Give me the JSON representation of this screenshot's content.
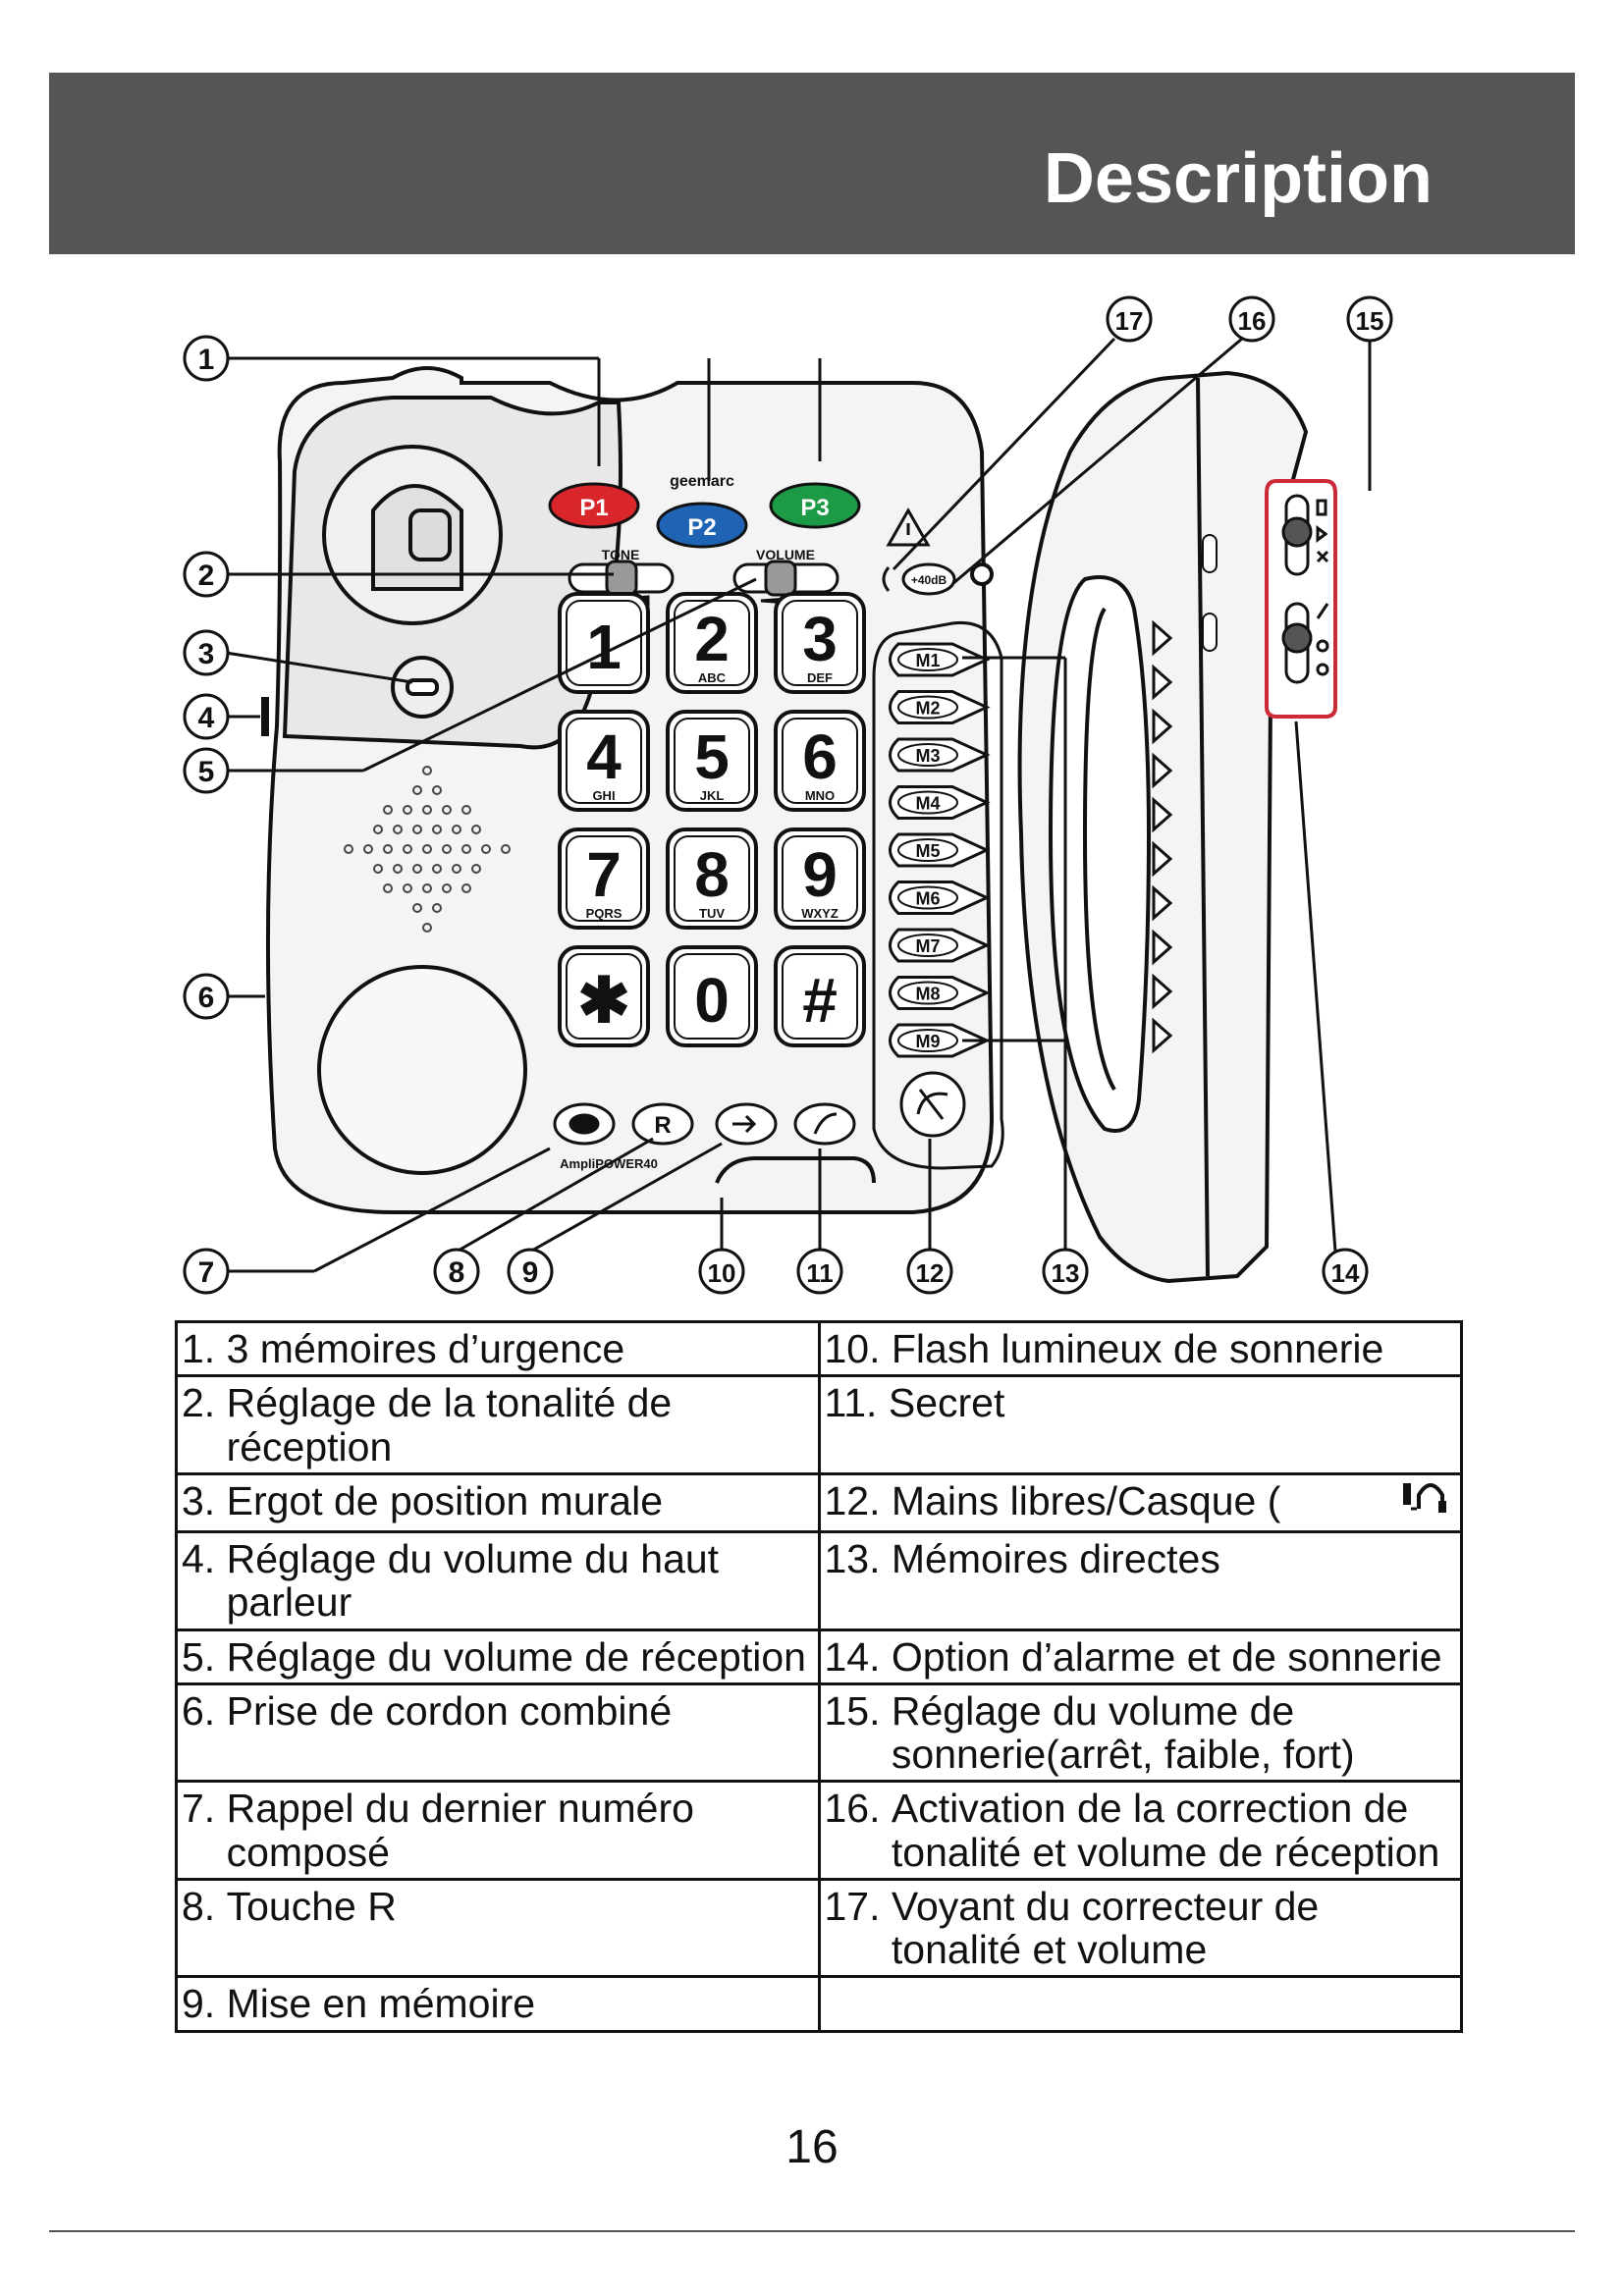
{
  "header": {
    "title": "Description",
    "color": "#555555"
  },
  "diagram": {
    "callouts": [
      "1",
      "2",
      "3",
      "4",
      "5",
      "6",
      "7",
      "8",
      "9",
      "10",
      "11",
      "12",
      "13",
      "14",
      "15",
      "16",
      "17"
    ],
    "keys": [
      {
        "digit": "1",
        "letters": ""
      },
      {
        "digit": "2",
        "letters": "ABC"
      },
      {
        "digit": "3",
        "letters": "DEF"
      },
      {
        "digit": "4",
        "letters": "GHI"
      },
      {
        "digit": "5",
        "letters": "JKL"
      },
      {
        "digit": "6",
        "letters": "MNO"
      },
      {
        "digit": "7",
        "letters": "PQRS"
      },
      {
        "digit": "8",
        "letters": "TUV"
      },
      {
        "digit": "9",
        "letters": "WXYZ"
      },
      {
        "digit": "✱",
        "letters": ""
      },
      {
        "digit": "0",
        "letters": ""
      },
      {
        "digit": "#",
        "letters": ""
      }
    ],
    "memory_keys": [
      "M1",
      "M2",
      "M3",
      "M4",
      "M5",
      "M6",
      "M7",
      "M8",
      "M9"
    ],
    "priority_keys": [
      {
        "label": "P1",
        "color": "#d9262b"
      },
      {
        "label": "P2",
        "color": "#1f64b4"
      },
      {
        "label": "P3",
        "color": "#1c9a45"
      }
    ],
    "tone_label": "TONE",
    "volume_label": "VOLUME",
    "boost_label": "+40dB",
    "r_key": "R",
    "model_label": "AmpliPOWER40",
    "brand_label": "geemarc",
    "side_panel_color": "#cc2a36"
  },
  "table": {
    "rows": [
      [
        {
          "num": "1. ",
          "text": "3 mémoires d’urgence"
        },
        {
          "num": "10. ",
          "text": "Flash lumineux de sonnerie"
        }
      ],
      [
        {
          "num": "2. ",
          "text": "Réglage de la tonalité de réception"
        },
        {
          "num": "11. ",
          "text": "Secret"
        }
      ],
      [
        {
          "num": "3. ",
          "text": "Ergot de position murale"
        },
        {
          "num": "12. ",
          "text": "Mains libres/Casque ("
        }
      ],
      [
        {
          "num": "4. ",
          "text": "Réglage du volume du haut parleur"
        },
        {
          "num": "13. ",
          "text": "Mémoires directes"
        }
      ],
      [
        {
          "num": "5. ",
          "text": "Réglage du volume de réception"
        },
        {
          "num": "14. ",
          "text": "Option d’alarme et de sonnerie"
        }
      ],
      [
        {
          "num": "6. ",
          "text": "Prise de cordon combiné"
        },
        {
          "num": "15. ",
          "text": "Réglage du volume de sonnerie(arrêt, faible, fort)"
        }
      ],
      [
        {
          "num": "7. ",
          "text": "Rappel du dernier numéro composé"
        },
        {
          "num": "16. ",
          "text": "Activation de la correction de tonalité et volume de réception"
        }
      ],
      [
        {
          "num": "8. ",
          "text": "Touche R"
        },
        {
          "num": "17. ",
          "text": "Voyant du correcteur de tonalité et volume"
        }
      ],
      [
        {
          "num": "9. ",
          "text": "Mise en mémoire"
        },
        {
          "num": "",
          "text": ""
        }
      ]
    ]
  },
  "page_number": "16"
}
